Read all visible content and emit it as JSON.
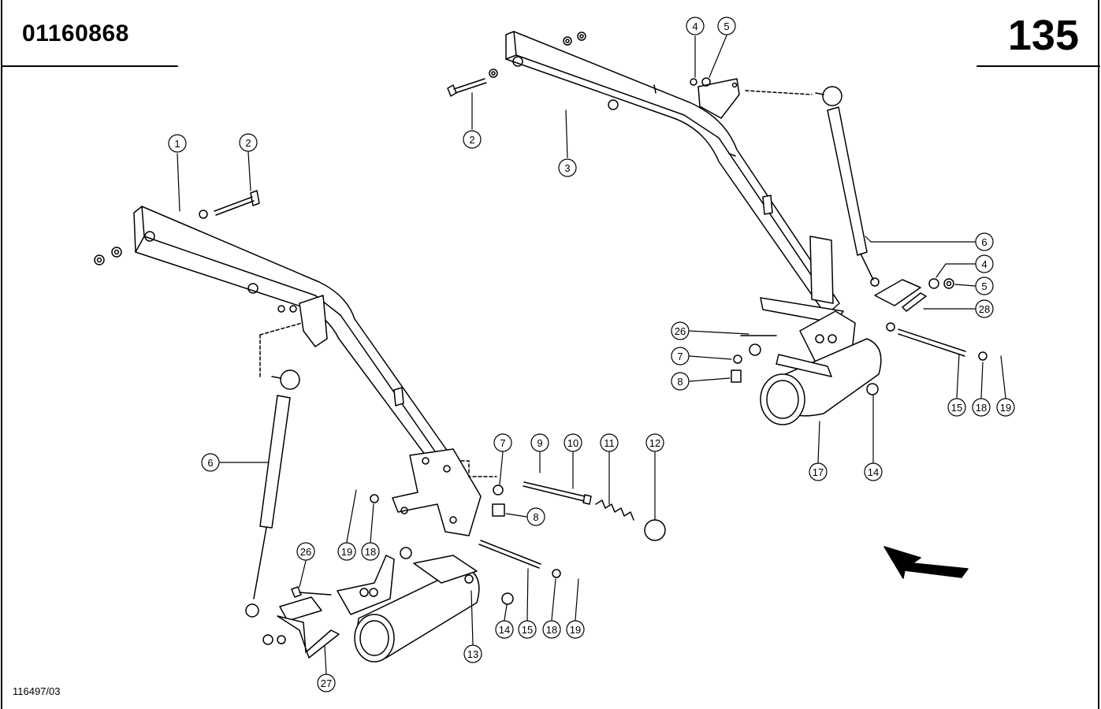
{
  "header": {
    "part_number": "01160868",
    "page_number": "135"
  },
  "footer": {
    "doc_code": "116497/03"
  },
  "callouts": [
    {
      "id": "c1",
      "label": "1"
    },
    {
      "id": "c2a",
      "label": "2"
    },
    {
      "id": "c2b",
      "label": "2"
    },
    {
      "id": "c3",
      "label": "3"
    },
    {
      "id": "c4a",
      "label": "4"
    },
    {
      "id": "c5a",
      "label": "5"
    },
    {
      "id": "c6a",
      "label": "6"
    },
    {
      "id": "c4b",
      "label": "4"
    },
    {
      "id": "c5b",
      "label": "5"
    },
    {
      "id": "c28",
      "label": "28"
    },
    {
      "id": "c26a",
      "label": "26"
    },
    {
      "id": "c7a",
      "label": "7"
    },
    {
      "id": "c8a",
      "label": "8"
    },
    {
      "id": "c15a",
      "label": "15"
    },
    {
      "id": "c18a",
      "label": "18"
    },
    {
      "id": "c19a",
      "label": "19"
    },
    {
      "id": "c17",
      "label": "17"
    },
    {
      "id": "c14a",
      "label": "14"
    },
    {
      "id": "c6b",
      "label": "6"
    },
    {
      "id": "c7b",
      "label": "7"
    },
    {
      "id": "c9",
      "label": "9"
    },
    {
      "id": "c10",
      "label": "10"
    },
    {
      "id": "c11",
      "label": "11"
    },
    {
      "id": "c12",
      "label": "12"
    },
    {
      "id": "c8b",
      "label": "8"
    },
    {
      "id": "c19b",
      "label": "19"
    },
    {
      "id": "c18b",
      "label": "18"
    },
    {
      "id": "c26b",
      "label": "26"
    },
    {
      "id": "c14b",
      "label": "14"
    },
    {
      "id": "c15b",
      "label": "15"
    },
    {
      "id": "c18c",
      "label": "18"
    },
    {
      "id": "c19c",
      "label": "19"
    },
    {
      "id": "c13",
      "label": "13"
    },
    {
      "id": "c27",
      "label": "27"
    }
  ]
}
